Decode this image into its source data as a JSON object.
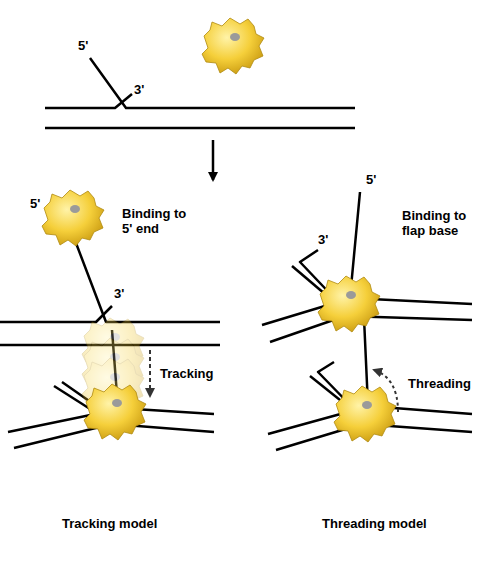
{
  "diagram": {
    "labels": [
      "5'",
      "3'",
      "5'",
      "3'",
      "Binding to 5' end",
      "5'",
      "3'",
      "Binding to flap base",
      "Tracking",
      "Threading",
      "Tracking model",
      "Threading model"
    ]
  }
}
